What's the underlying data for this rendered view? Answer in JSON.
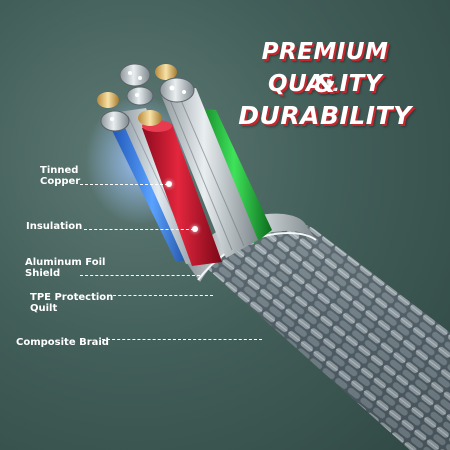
{
  "headline": {
    "line1": "PREMIUM QUALITY",
    "line2": "&",
    "line3": "DURABILITY"
  },
  "labels": {
    "tinned_copper": "Tinned\nCopper",
    "insulation": "Insulation",
    "aluminum_foil_shield": "Aluminum Foil\nShield",
    "tpe_protection_quilt": "TPE Protection\nQuilt",
    "composite_braid": "Composite Braid"
  },
  "colors": {
    "background": "#435f5a",
    "headline_shadow": "#c1272d",
    "insulation_red": "#c8102e",
    "wire_green": "#1fbf3a",
    "wire_blue": "#1e6fd8",
    "braid": "#5d6b73"
  }
}
